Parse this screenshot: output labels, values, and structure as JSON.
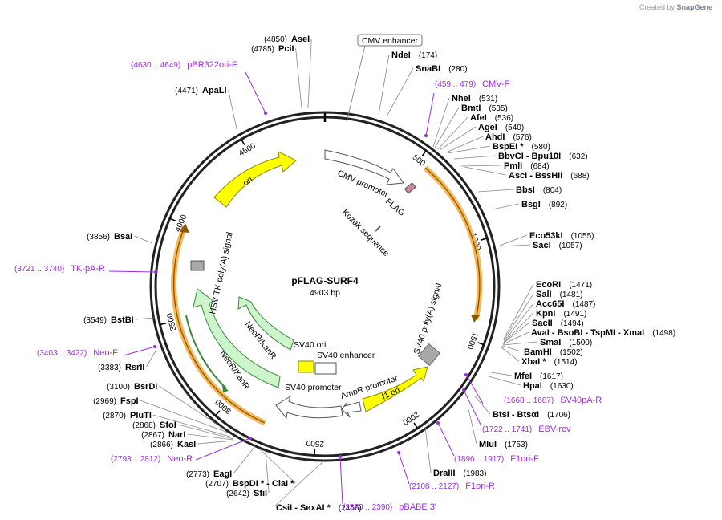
{
  "credit": {
    "prefix": "Created by",
    "brand": "SnapGene"
  },
  "plasmid": {
    "name": "pFLAG-SURF4",
    "size": "4903 bp",
    "length": 4903
  },
  "ticks": [
    {
      "pos": 500,
      "label": "500"
    },
    {
      "pos": 1000,
      "label": "1000"
    },
    {
      "pos": 1500,
      "label": "1500"
    },
    {
      "pos": 2000,
      "label": "2000"
    },
    {
      "pos": 2500,
      "label": "2500"
    },
    {
      "pos": 3000,
      "label": "3000"
    },
    {
      "pos": 3500,
      "label": "3500"
    },
    {
      "pos": 4000,
      "label": "4000"
    },
    {
      "pos": 4500,
      "label": "4500"
    }
  ],
  "features": {
    "cmv_enhancer": "CMV enhancer",
    "cmv_promoter": "CMV promoter",
    "flag": "FLAG",
    "kozak": "Kozak sequence",
    "sv40_polya": "SV40 poly(A) signal",
    "f1_ori": "f1 ori",
    "ampr_promoter": "AmpR promoter",
    "sv40_promoter": "SV40 promoter",
    "sv40_ori": "SV40 ori",
    "sv40_enhancer": "SV40 enhancer",
    "neokanr_inner": "NeoR/KanR",
    "neokanr_outer": "NeoR/KanR",
    "hsv_tk": "HSV TK poly(A) signal",
    "ori": "ori"
  },
  "sites": [
    {
      "name": "AseI",
      "coord": "(4850)"
    },
    {
      "name": "PciI",
      "coord": "(4785)"
    },
    {
      "name": "NdeI",
      "coord": "(174)"
    },
    {
      "name": "SnaBI",
      "coord": "(280)"
    },
    {
      "name": "ApaLI",
      "coord": "(4471)"
    },
    {
      "name": "NheI",
      "coord": "(531)"
    },
    {
      "name": "BmtI",
      "coord": "(535)"
    },
    {
      "name": "AfeI",
      "coord": "(536)"
    },
    {
      "name": "AgeI",
      "coord": "(540)"
    },
    {
      "name": "AhdI",
      "coord": "(576)"
    },
    {
      "name": "BspEI *",
      "coord": "(580)"
    },
    {
      "name": "BbvCI  - Bpu10I",
      "coord": "(632)"
    },
    {
      "name": "PmlI",
      "coord": "(684)"
    },
    {
      "name": "AscI  - BssHII",
      "coord": "(688)"
    },
    {
      "name": "BbsI",
      "coord": "(804)"
    },
    {
      "name": "BsgI",
      "coord": "(892)"
    },
    {
      "name": "Eco53kI",
      "coord": "(1055)"
    },
    {
      "name": "SacI",
      "coord": "(1057)"
    },
    {
      "name": "BsaI",
      "coord": "(3856)"
    },
    {
      "name": "EcoRI",
      "coord": "(1471)"
    },
    {
      "name": "SalI",
      "coord": "(1481)"
    },
    {
      "name": "Acc65I",
      "coord": "(1487)"
    },
    {
      "name": "KpnI",
      "coord": "(1491)"
    },
    {
      "name": "SacII",
      "coord": "(1494)"
    },
    {
      "name": "AvaI  - BsoBI  - TspMI  - XmaI",
      "coord": "(1498)"
    },
    {
      "name": "SmaI",
      "coord": "(1500)"
    },
    {
      "name": "BamHI",
      "coord": "(1502)"
    },
    {
      "name": "XbaI *",
      "coord": "(1514)"
    },
    {
      "name": "BstBI",
      "coord": "(3549)"
    },
    {
      "name": "RsrII",
      "coord": "(3383)"
    },
    {
      "name": "MfeI",
      "coord": "(1617)"
    },
    {
      "name": "HpaI",
      "coord": "(1630)"
    },
    {
      "name": "BsrDI",
      "coord": "(3100)"
    },
    {
      "name": "FspI",
      "coord": "(2969)"
    },
    {
      "name": "PluTI",
      "coord": "(2870)"
    },
    {
      "name": "SfoI",
      "coord": "(2868)"
    },
    {
      "name": "NarI",
      "coord": "(2867)"
    },
    {
      "name": "KasI",
      "coord": "(2866)"
    },
    {
      "name": "BtsI  - BtsαI",
      "coord": "(1706)"
    },
    {
      "name": "MluI",
      "coord": "(1753)"
    },
    {
      "name": "EagI",
      "coord": "(2773)"
    },
    {
      "name": "BspDI *  - ClaI *",
      "coord": "(2707)"
    },
    {
      "name": "SfiI",
      "coord": "(2642)"
    },
    {
      "name": "DraIII",
      "coord": "(1983)"
    },
    {
      "name": "CsiI  - SexAI *",
      "coord": "(2456)"
    }
  ],
  "primers": [
    {
      "name": "pBR322ori-F",
      "range": "(4630 .. 4649)"
    },
    {
      "name": "CMV-F",
      "range": "(459 .. 479)"
    },
    {
      "name": "TK-pA-R",
      "range": "(3721 .. 3740)"
    },
    {
      "name": "Neo-F",
      "range": "(3403 .. 3422)"
    },
    {
      "name": "SV40pA-R",
      "range": "(1668 .. 1687)"
    },
    {
      "name": "EBV-rev",
      "range": "(1722 .. 1741)"
    },
    {
      "name": "F1ori-F",
      "range": "(1896 .. 1917)"
    },
    {
      "name": "Neo-R",
      "range": "(2793 .. 2812)"
    },
    {
      "name": "F1ori-R",
      "range": "(2108 .. 2127)"
    },
    {
      "name": "pBABE 3'",
      "range": "(2370 .. 2390)"
    }
  ],
  "colors": {
    "backbone": "#222222",
    "yellow": "#ffff00",
    "green": "#ccf5cc",
    "white": "#ffffff",
    "orange": "#f6b04a",
    "primer": "#9b30d9",
    "gray": "#a9a9a9"
  }
}
